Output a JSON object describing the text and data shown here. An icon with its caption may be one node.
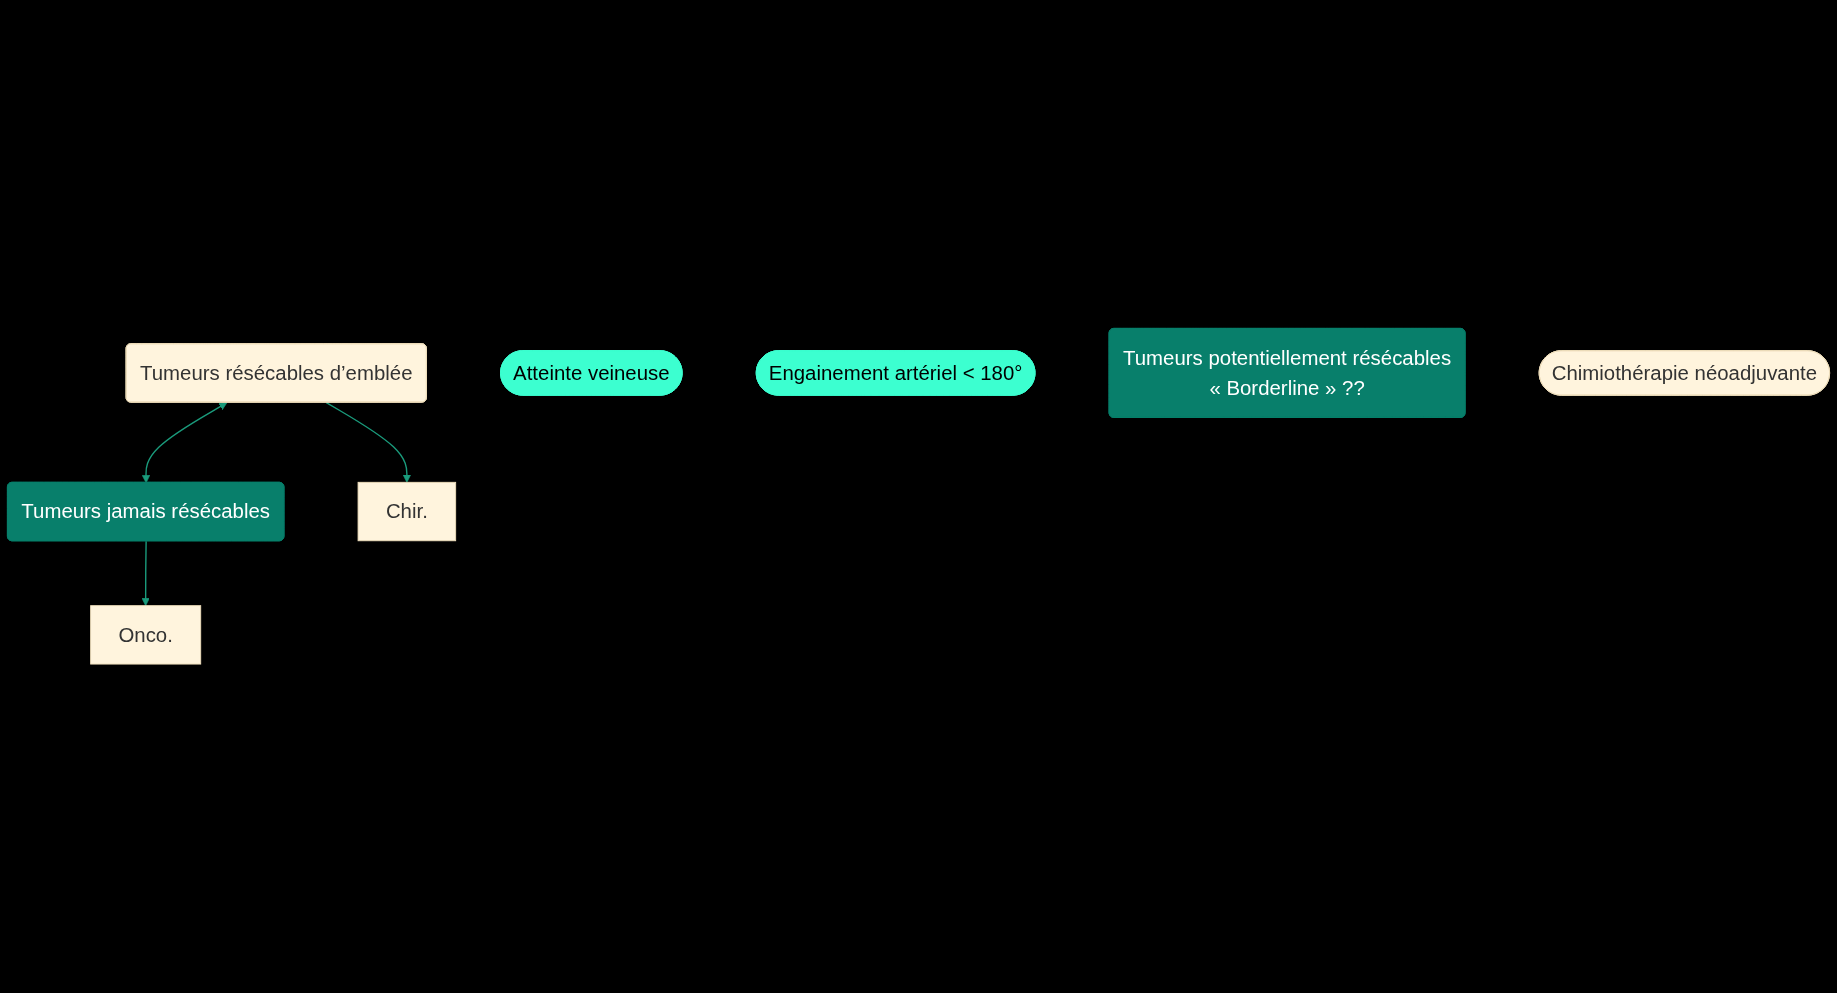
{
  "diagram": {
    "nodes": [
      {
        "text": [
          "Tumeurs résécables d’emblée"
        ]
      },
      {
        "text": [
          "Tumeurs jamais résécables"
        ]
      },
      {
        "text": [
          "Chir."
        ]
      },
      {
        "text": [
          "Onco."
        ]
      },
      {
        "text": [
          "Atteinte veineuse"
        ]
      },
      {
        "text": [
          "Engainement artériel < 180°"
        ]
      },
      {
        "text": [
          "Tumeurs potentiellement résécables",
          "« Borderline » ??"
        ]
      },
      {
        "text": [
          "Chimiothérapie néoadjuvante"
        ]
      }
    ],
    "edges": [
      {
        "from": 0,
        "to": 1,
        "arrow": "both"
      },
      {
        "from": 0,
        "to": 2,
        "arrow": "to"
      },
      {
        "from": 1,
        "to": 3,
        "arrow": "to"
      }
    ]
  }
}
